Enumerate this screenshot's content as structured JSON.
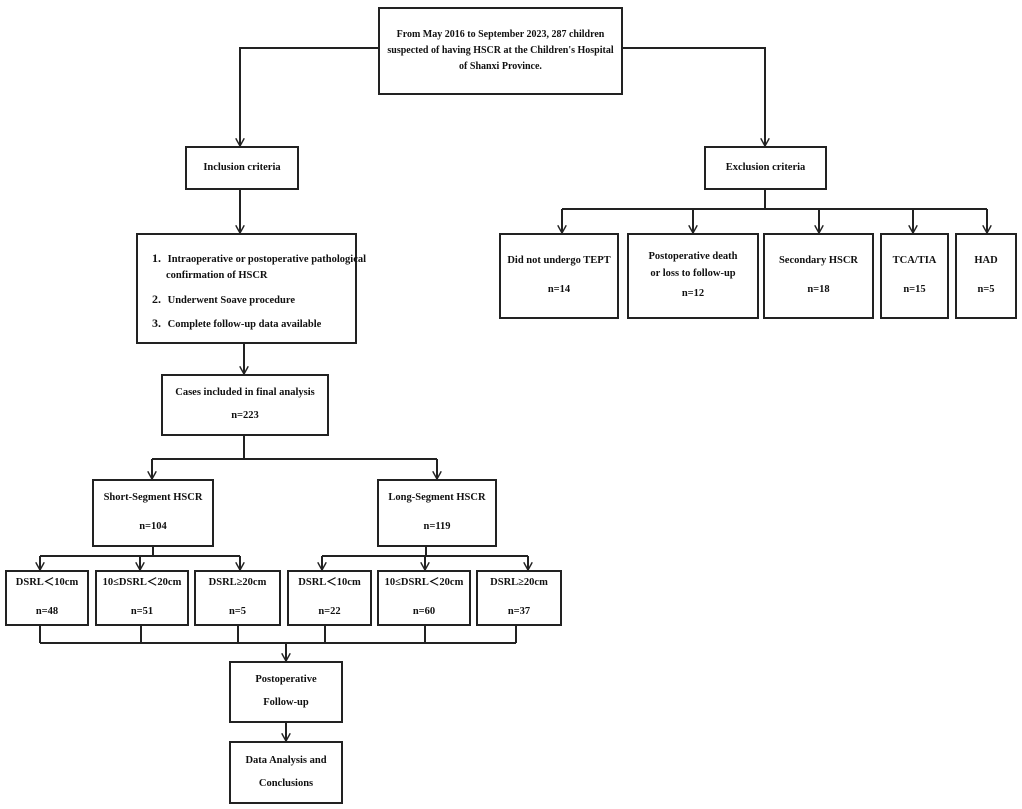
{
  "source": {
    "lines": [
      "From May 2016 to September 2023, 287 children",
      "suspected of having HSCR at the Children's Hospital",
      "of Shanxi Province."
    ]
  },
  "inclusion": {
    "title": "Inclusion criteria",
    "items": [
      {
        "num": "1.",
        "lines": [
          "Intraoperative or postoperative pathological",
          "confirmation of HSCR"
        ]
      },
      {
        "num": "2.",
        "lines": [
          "Underwent Soave procedure"
        ]
      },
      {
        "num": "3.",
        "lines": [
          "Complete follow-up data available"
        ]
      }
    ]
  },
  "exclusion": {
    "title": "Exclusion criteria",
    "items": [
      {
        "lines": [
          "Did not undergo TEPT"
        ],
        "n": "n=14"
      },
      {
        "lines": [
          "Postoperative death",
          "or loss to follow-up"
        ],
        "n": "n=12"
      },
      {
        "lines": [
          "Secondary HSCR"
        ],
        "n": "n=18"
      },
      {
        "lines": [
          "TCA/TIA"
        ],
        "n": "n=15"
      },
      {
        "lines": [
          "HAD"
        ],
        "n": "n=5"
      }
    ]
  },
  "final": {
    "title": "Cases included in final analysis",
    "n": "n=223"
  },
  "short_segment": {
    "title": "Short-Segment HSCR",
    "n": "n=104",
    "groups": [
      {
        "label": "DSRL＜10cm",
        "n": "n=48"
      },
      {
        "label": "10≤DSRL＜20cm",
        "n": "n=51"
      },
      {
        "label": "DSRL≥20cm",
        "n": "n=5"
      }
    ]
  },
  "long_segment": {
    "title": "Long-Segment HSCR",
    "n": "n=119",
    "groups": [
      {
        "label": "DSRL＜10cm",
        "n": "n=22"
      },
      {
        "label": "10≤DSRL＜20cm",
        "n": "n=60"
      },
      {
        "label": "DSRL≥20cm",
        "n": "n=37"
      }
    ]
  },
  "followup": {
    "lines": [
      "Postoperative",
      "Follow-up"
    ]
  },
  "conclusion": {
    "lines": [
      "Data Analysis and",
      "Conclusions"
    ]
  }
}
